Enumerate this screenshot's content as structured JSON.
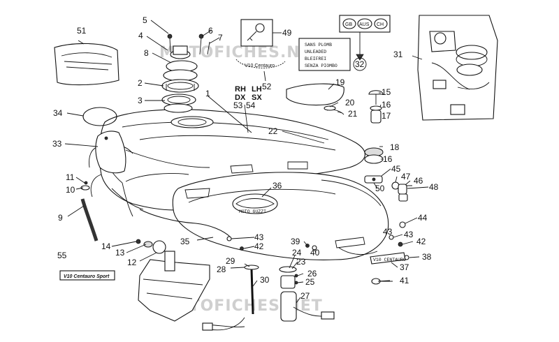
{
  "watermark": [
    "MOTOFICHES.NET",
    "MOTOFICHES.NET"
  ],
  "model_label": "V10 Centauro Sport",
  "fuel_decal": [
    "SANS PLOMB",
    "UNLEADED",
    "BLEIFREI",
    "SENZA PIOMBO"
  ],
  "country_codes": [
    "GB",
    "AUS",
    "CH"
  ],
  "side_labels": {
    "rh": "RH",
    "lh": "LH",
    "dx": "DX",
    "sx": "SX"
  },
  "badge_text": "MOTO GUZZI",
  "emblem_text": "V10 Centauro",
  "plate_text": "V10 CENTAURO",
  "callouts": [
    "1",
    "2",
    "3",
    "4",
    "5",
    "6",
    "7",
    "8",
    "9",
    "10",
    "11",
    "12",
    "13",
    "14",
    "15",
    "16",
    "16",
    "17",
    "18",
    "19",
    "20",
    "21",
    "22",
    "23",
    "24",
    "25",
    "26",
    "27",
    "28",
    "29",
    "30",
    "31",
    "32",
    "33",
    "34",
    "35",
    "36",
    "37",
    "38",
    "39",
    "40",
    "41",
    "42",
    "42",
    "43",
    "43",
    "43",
    "44",
    "45",
    "46",
    "47",
    "48",
    "49",
    "50",
    "51",
    "52",
    "53",
    "54",
    "55"
  ]
}
